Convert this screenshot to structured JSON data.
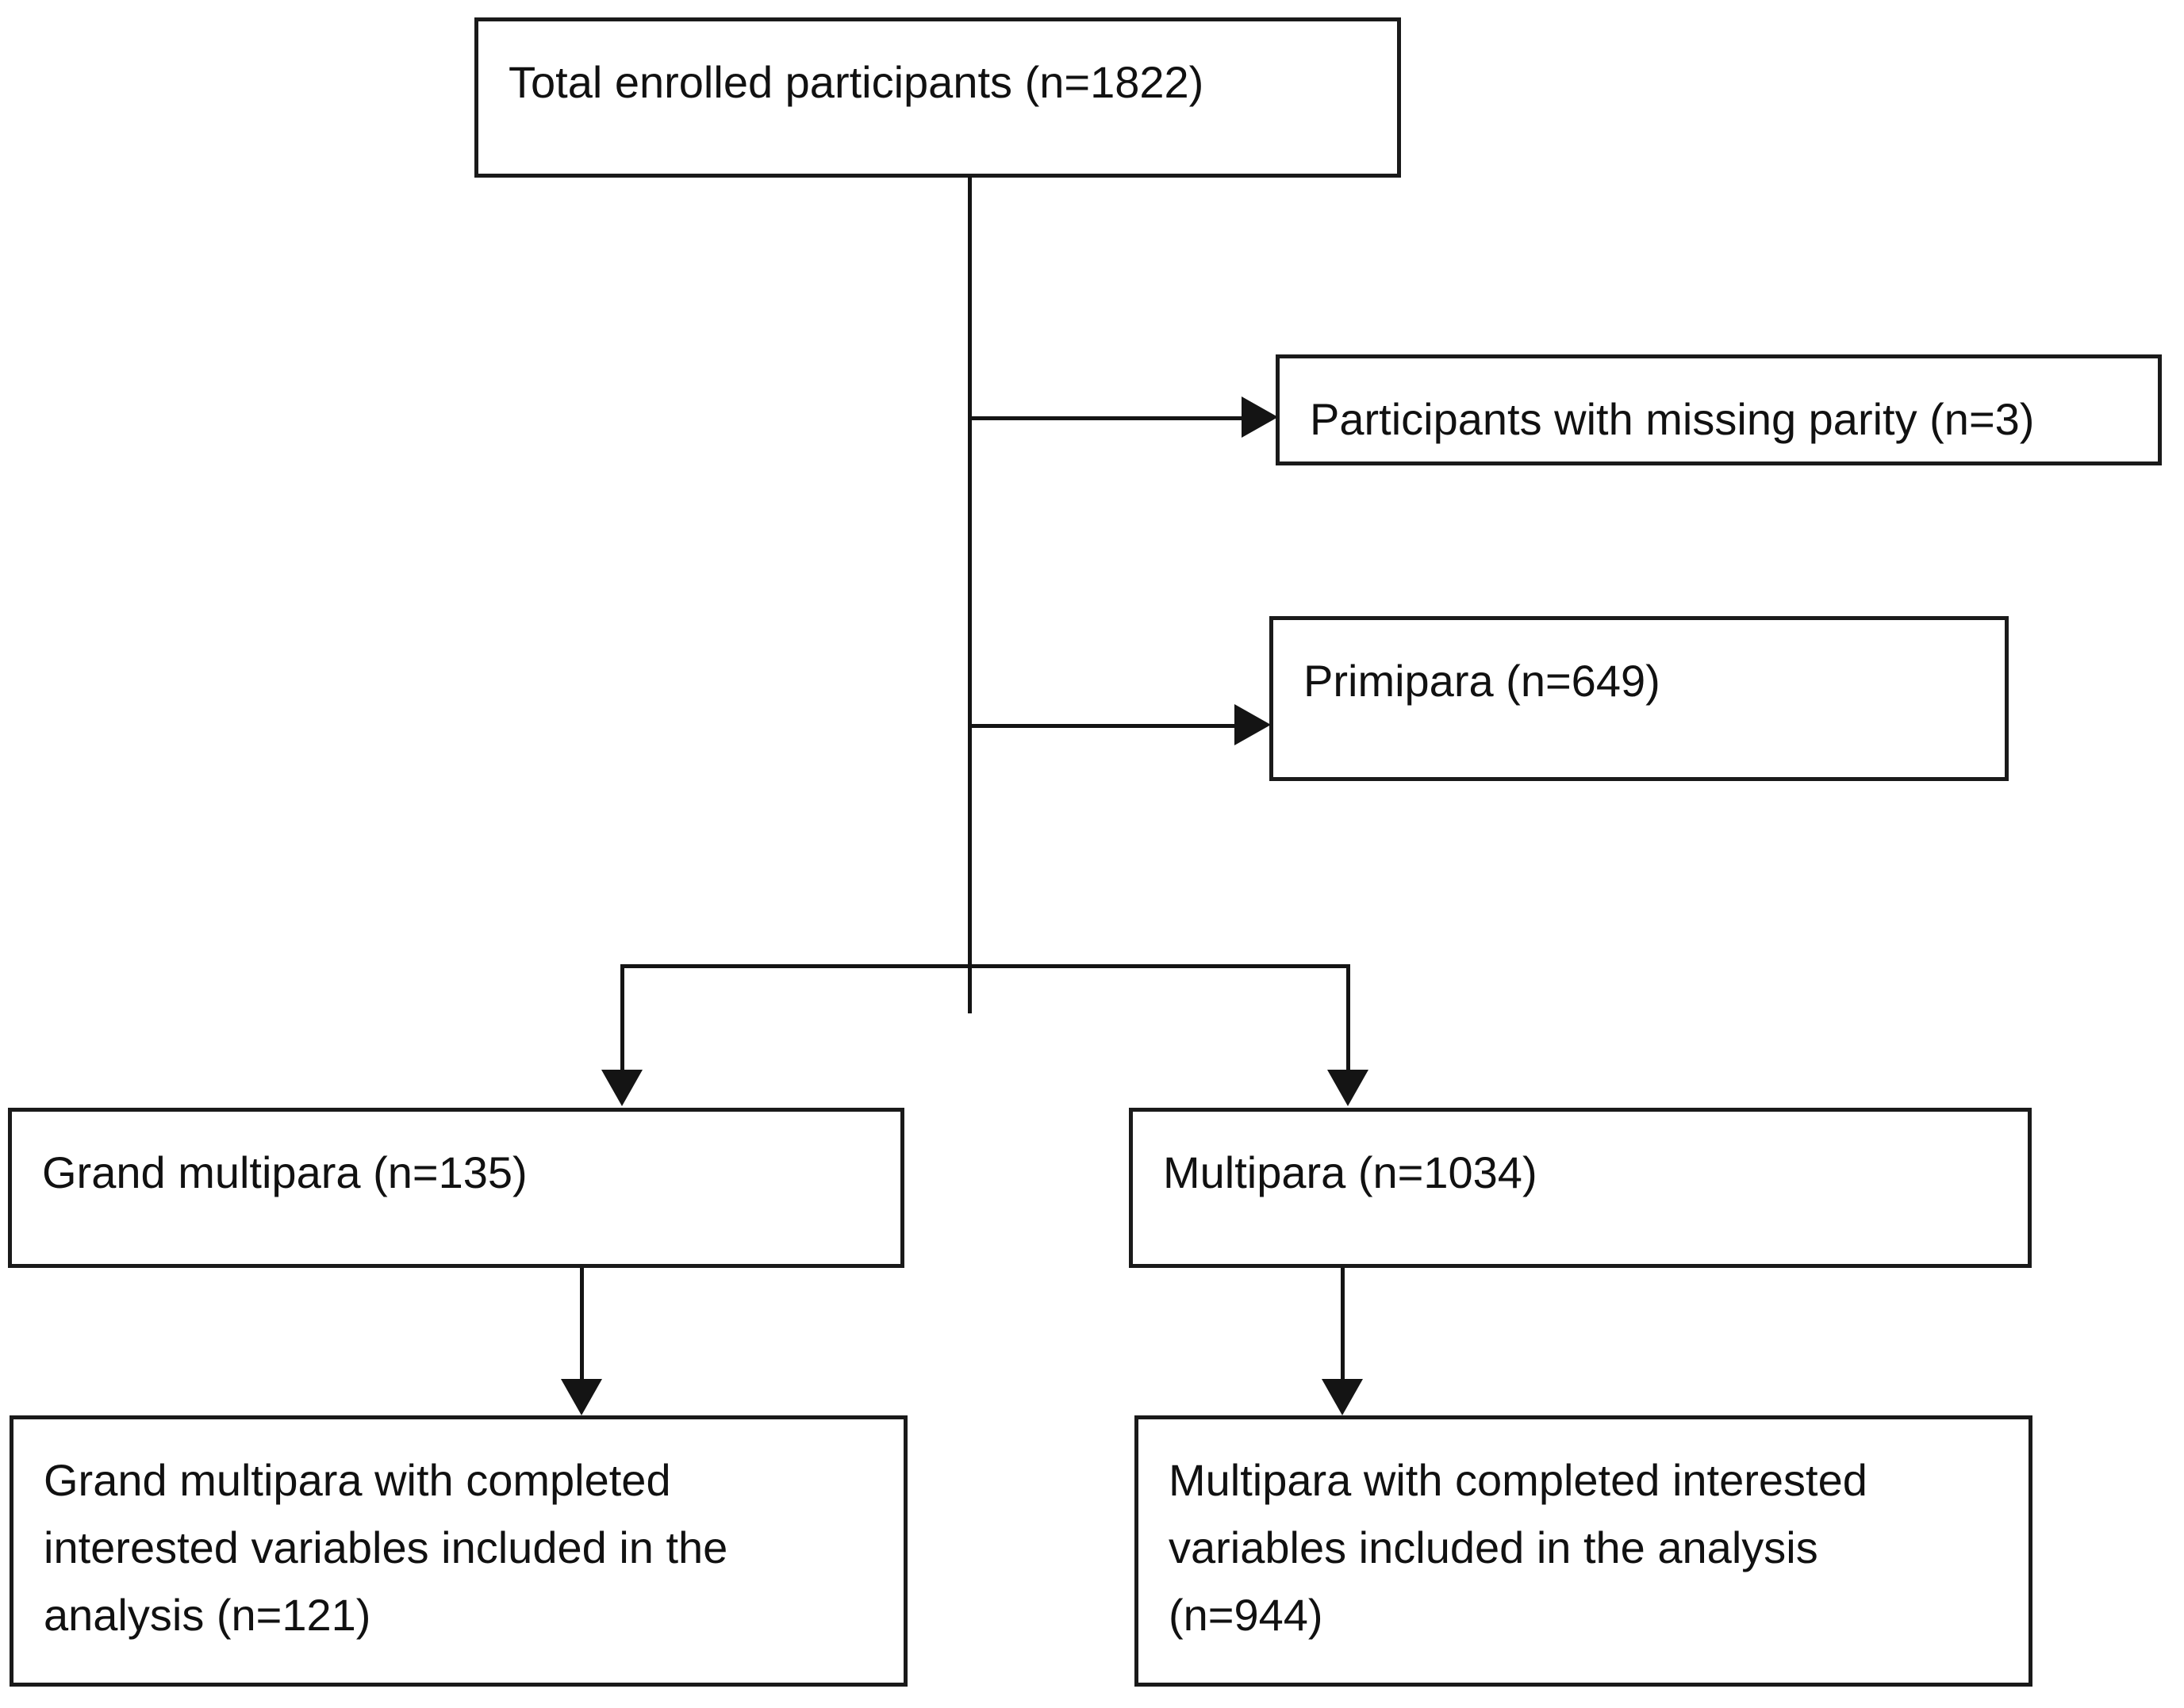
{
  "diagram": {
    "type": "participant-flow-chart",
    "title": "Study participant flow",
    "colors": {
      "box_border": "#1a1a1a",
      "box_fill": "#ffffff",
      "connector": "#141414",
      "text": "#111111",
      "background": "#ffffff"
    },
    "nodes": [
      {
        "id": "total",
        "name": "total-enrolled",
        "text": "Total enrolled participants (n=1822)",
        "label": "Total enrolled participants",
        "count": 1822
      },
      {
        "id": "missing_parity",
        "name": "missing-parity",
        "text": "Participants with missing parity (n=3)",
        "label": "Participants with missing parity",
        "count": 3
      },
      {
        "id": "primipara",
        "name": "primipara",
        "text": "Primipara (n=649)",
        "label": "Primipara",
        "count": 649
      },
      {
        "id": "grand_multipara",
        "name": "grand-multipara",
        "text": "Grand multipara (n=135)",
        "label": "Grand multipara",
        "count": 135
      },
      {
        "id": "multipara",
        "name": "multipara",
        "text": "Multipara (n=1034)",
        "label": "Multipara",
        "count": 1034
      },
      {
        "id": "grand_multipara_final",
        "name": "grand-multipara-analysed",
        "text": "Grand multipara with completed\ninterested variables included in the\nanalysis (n=121)",
        "label": "Grand multipara with completed interested variables included in the analysis",
        "count": 121
      },
      {
        "id": "multipara_final",
        "name": "multipara-analysed",
        "text": "Multipara with completed interested\nvariables included in the analysis\n(n=944)",
        "label": "Multipara with completed interested variables included in the analysis",
        "count": 944
      }
    ],
    "edges": [
      {
        "from": "total",
        "to": "missing_parity",
        "style": "arrow-right"
      },
      {
        "from": "total",
        "to": "primipara",
        "style": "arrow-right"
      },
      {
        "from": "total",
        "to": "grand_multipara",
        "style": "arrow-down"
      },
      {
        "from": "total",
        "to": "multipara",
        "style": "arrow-down"
      },
      {
        "from": "grand_multipara",
        "to": "grand_multipara_final",
        "style": "arrow-down"
      },
      {
        "from": "multipara",
        "to": "multipara_final",
        "style": "arrow-down"
      }
    ]
  }
}
